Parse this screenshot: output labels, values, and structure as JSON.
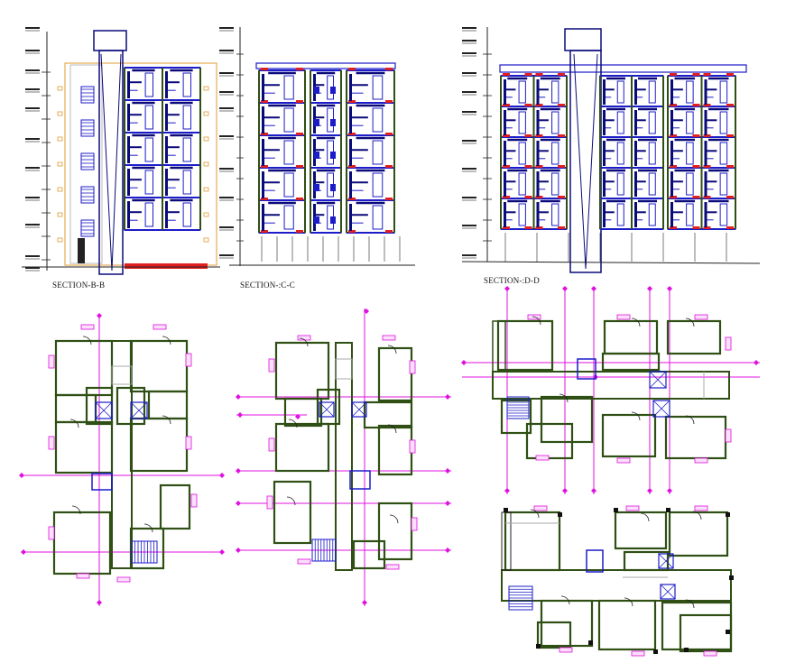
{
  "sections": [
    {
      "label": "SECTION-B-B"
    },
    {
      "label": "SECTION-:C-C"
    },
    {
      "label": "SECTION-:D-D"
    }
  ],
  "colors": {
    "wall": "#2f4f14",
    "blue": "#1c1cc8",
    "navy": "#0a0a7a",
    "dim": "#e010e0",
    "red": "#e02020",
    "orange": "#e09a30",
    "grey": "#a9a9a9",
    "dark": "#222222"
  }
}
